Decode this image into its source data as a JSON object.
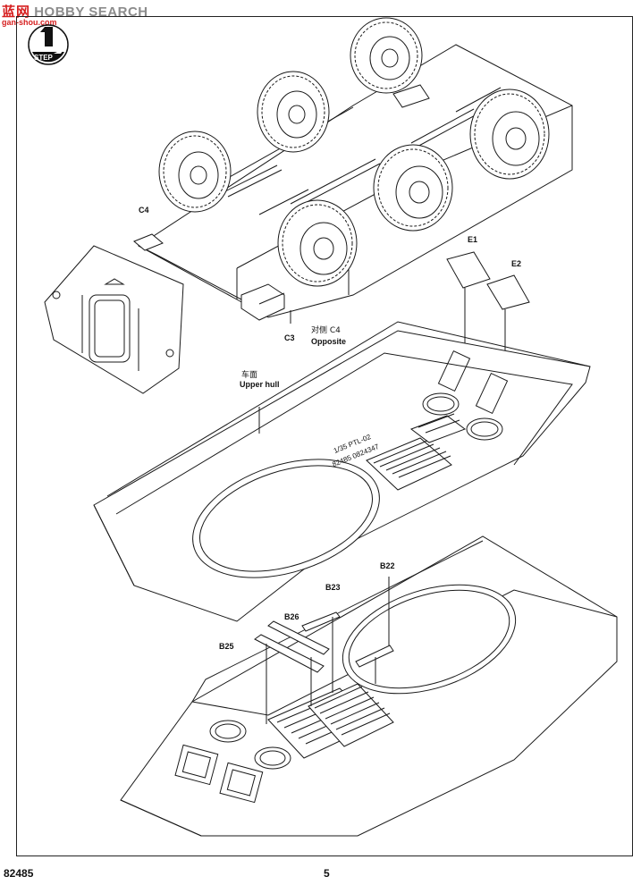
{
  "watermark": {
    "cn": "蓝",
    "en": "HOBBY SEARCH",
    "cn2": "网",
    "url": "gan-shou.com"
  },
  "step": {
    "label": "STEP",
    "number": "1"
  },
  "labels": {
    "c4": "C4",
    "c3": "C3",
    "opposite_cn": "对侧 C4",
    "opposite_en": "Opposite",
    "e1": "E1",
    "e2": "E2",
    "upper_hull_cn": "车面",
    "upper_hull_en": "Upper hull",
    "hull_marking_1": "1/35 PTL-02",
    "hull_marking_2": "82485 0824347",
    "b22": "B22",
    "b23": "B23",
    "b25": "B25",
    "b26": "B26"
  },
  "footer": {
    "code": "82485",
    "page": "5"
  }
}
